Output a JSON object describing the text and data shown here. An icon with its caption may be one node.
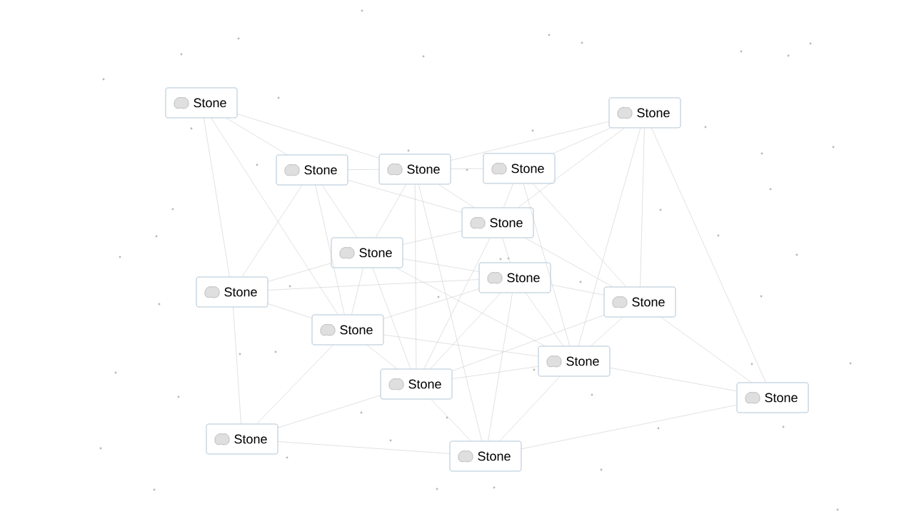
{
  "diagram": {
    "nodes": [
      {
        "text": [
          "Stone"
        ]
      },
      {
        "text": [
          "Stone"
        ]
      },
      {
        "text": [
          "Stone"
        ]
      },
      {
        "text": [
          "Stone"
        ]
      },
      {
        "text": [
          "Stone"
        ]
      },
      {
        "text": [
          "Stone"
        ]
      },
      {
        "text": [
          "Stone"
        ]
      },
      {
        "text": [
          "Stone"
        ]
      },
      {
        "text": [
          "Stone"
        ]
      },
      {
        "text": [
          "Stone"
        ]
      },
      {
        "text": [
          "Stone"
        ]
      },
      {
        "text": [
          "Stone"
        ]
      },
      {
        "text": [
          "Stone"
        ]
      },
      {
        "text": [
          "Stone"
        ]
      },
      {
        "text": [
          "Stone"
        ]
      },
      {
        "text": [
          "Stone"
        ]
      }
    ],
    "edges": [
      {
        "from": 0,
        "to": 2,
        "arrow": "none"
      },
      {
        "from": 0,
        "to": 3,
        "arrow": "none"
      },
      {
        "from": 0,
        "to": 7,
        "arrow": "none"
      },
      {
        "from": 0,
        "to": 10,
        "arrow": "none"
      },
      {
        "from": 1,
        "to": 3,
        "arrow": "none"
      },
      {
        "from": 1,
        "to": 4,
        "arrow": "none"
      },
      {
        "from": 1,
        "to": 5,
        "arrow": "none"
      },
      {
        "from": 1,
        "to": 9,
        "arrow": "none"
      },
      {
        "from": 1,
        "to": 11,
        "arrow": "none"
      },
      {
        "from": 1,
        "to": 12,
        "arrow": "none"
      },
      {
        "from": 2,
        "to": 3,
        "arrow": "none"
      },
      {
        "from": 2,
        "to": 6,
        "arrow": "none"
      },
      {
        "from": 2,
        "to": 7,
        "arrow": "none"
      },
      {
        "from": 2,
        "to": 10,
        "arrow": "none"
      },
      {
        "from": 2,
        "to": 5,
        "arrow": "none"
      },
      {
        "from": 3,
        "to": 4,
        "arrow": "none"
      },
      {
        "from": 3,
        "to": 6,
        "arrow": "none"
      },
      {
        "from": 3,
        "to": 13,
        "arrow": "none"
      },
      {
        "from": 3,
        "to": 15,
        "arrow": "none"
      },
      {
        "from": 3,
        "to": 5,
        "arrow": "none"
      },
      {
        "from": 4,
        "to": 5,
        "arrow": "none"
      },
      {
        "from": 4,
        "to": 11,
        "arrow": "none"
      },
      {
        "from": 4,
        "to": 9,
        "arrow": "none"
      },
      {
        "from": 5,
        "to": 6,
        "arrow": "none"
      },
      {
        "from": 5,
        "to": 8,
        "arrow": "none"
      },
      {
        "from": 5,
        "to": 13,
        "arrow": "none"
      },
      {
        "from": 5,
        "to": 9,
        "arrow": "none"
      },
      {
        "from": 6,
        "to": 7,
        "arrow": "none"
      },
      {
        "from": 6,
        "to": 8,
        "arrow": "none"
      },
      {
        "from": 6,
        "to": 10,
        "arrow": "none"
      },
      {
        "from": 6,
        "to": 13,
        "arrow": "none"
      },
      {
        "from": 6,
        "to": 11,
        "arrow": "none"
      },
      {
        "from": 7,
        "to": 10,
        "arrow": "none"
      },
      {
        "from": 7,
        "to": 14,
        "arrow": "none"
      },
      {
        "from": 7,
        "to": 8,
        "arrow": "none"
      },
      {
        "from": 8,
        "to": 9,
        "arrow": "none"
      },
      {
        "from": 8,
        "to": 11,
        "arrow": "none"
      },
      {
        "from": 8,
        "to": 13,
        "arrow": "none"
      },
      {
        "from": 8,
        "to": 15,
        "arrow": "none"
      },
      {
        "from": 8,
        "to": 10,
        "arrow": "none"
      },
      {
        "from": 9,
        "to": 11,
        "arrow": "none"
      },
      {
        "from": 9,
        "to": 12,
        "arrow": "none"
      },
      {
        "from": 9,
        "to": 13,
        "arrow": "none"
      },
      {
        "from": 10,
        "to": 13,
        "arrow": "none"
      },
      {
        "from": 10,
        "to": 14,
        "arrow": "none"
      },
      {
        "from": 10,
        "to": 11,
        "arrow": "none"
      },
      {
        "from": 11,
        "to": 12,
        "arrow": "none"
      },
      {
        "from": 11,
        "to": 13,
        "arrow": "none"
      },
      {
        "from": 11,
        "to": 15,
        "arrow": "none"
      },
      {
        "from": 13,
        "to": 14,
        "arrow": "none"
      },
      {
        "from": 13,
        "to": 15,
        "arrow": "none"
      },
      {
        "from": 14,
        "to": 15,
        "arrow": "none"
      },
      {
        "from": 15,
        "to": 12,
        "arrow": "none"
      }
    ]
  }
}
